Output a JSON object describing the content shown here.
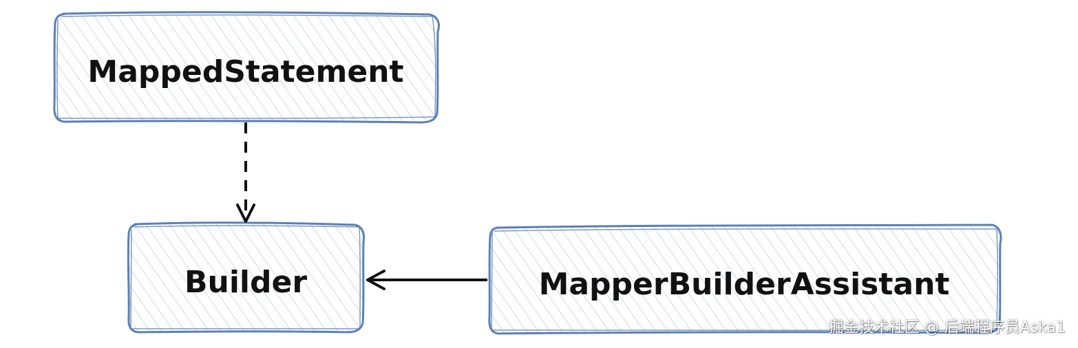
{
  "nodes": {
    "mapped_statement": {
      "label": "MappedStatement"
    },
    "builder": {
      "label": "Builder"
    },
    "mapper_builder_assistant": {
      "label": "MapperBuilderAssistant"
    }
  },
  "edges": [
    {
      "from": "MappedStatement",
      "to": "Builder",
      "style": "dashed",
      "kind": "open-arrow"
    },
    {
      "from": "MapperBuilderAssistant",
      "to": "Builder",
      "style": "solid",
      "kind": "open-arrow"
    }
  ],
  "watermark": "掘金技术社区 @ 后端程序员Aska1",
  "colors": {
    "node_border": "#5a7fb5",
    "node_hatch": "#b9c9dd",
    "edge": "#111111",
    "label": "#111111"
  }
}
